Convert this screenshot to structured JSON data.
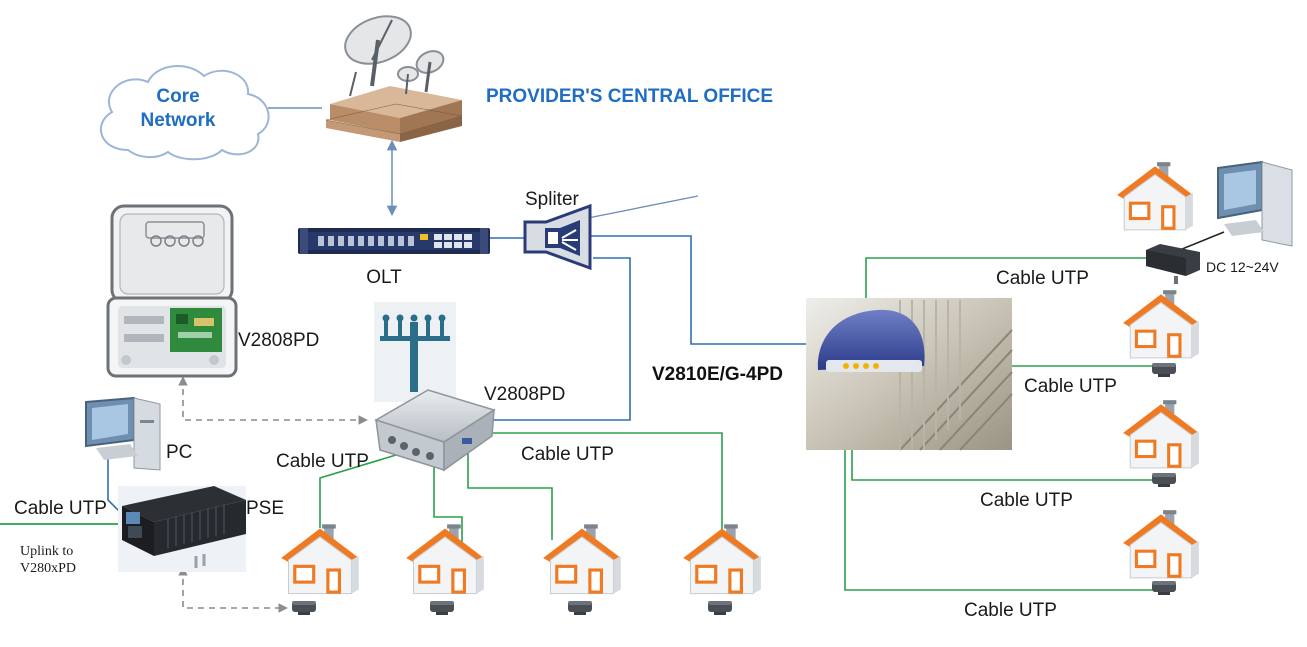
{
  "colors": {
    "fiber": "#2f6fb3",
    "utp": "#2aa04a",
    "dashed": "#8c8c8c",
    "roof": "#ef7a22",
    "house_wall": "#f2f4f6",
    "cloud_text": "#1f6ec2",
    "office_title": "#1f6ec2"
  },
  "cloud": {
    "line1": "Core",
    "line2": "Network",
    "icon": "cloud-icon"
  },
  "central_office": {
    "title": "PROVIDER'S CENTRAL OFFICE",
    "icon": "satellite-building-icon"
  },
  "olt": {
    "label": "OLT",
    "icon": "rack-switch-icon"
  },
  "splitter": {
    "label": "Spliter",
    "icon": "splitter-icon"
  },
  "devices": {
    "v2808pd_indoor": {
      "label": "V2808PD",
      "icon": "open-enclosure-icon"
    },
    "v2808pd_pole": {
      "label": "V2808PD",
      "icon": "pole-mounted-box-icon"
    },
    "v2810": {
      "label": "V2810E/G-4PD",
      "icon": "router-icon"
    }
  },
  "pc_left": {
    "label": "PC",
    "icon": "pc-icon"
  },
  "pse": {
    "label": "PSE",
    "icon": "poe-injector-icon"
  },
  "uplink_note": {
    "line1": "Uplink to",
    "line2": "V280xPD"
  },
  "dc_label": "DC 12~24V",
  "cable_labels": {
    "left": "Cable UTP",
    "pole_left": "Cable UTP",
    "pole_right": "Cable UTP",
    "right_1": "Cable UTP",
    "right_2": "Cable UTP",
    "right_3": "Cable UTP",
    "right_4": "Cable UTP"
  },
  "houses_bottom": [
    "house-icon",
    "house-icon",
    "house-icon",
    "house-icon"
  ],
  "houses_right": [
    "house-icon",
    "house-icon",
    "house-icon",
    "house-icon"
  ]
}
